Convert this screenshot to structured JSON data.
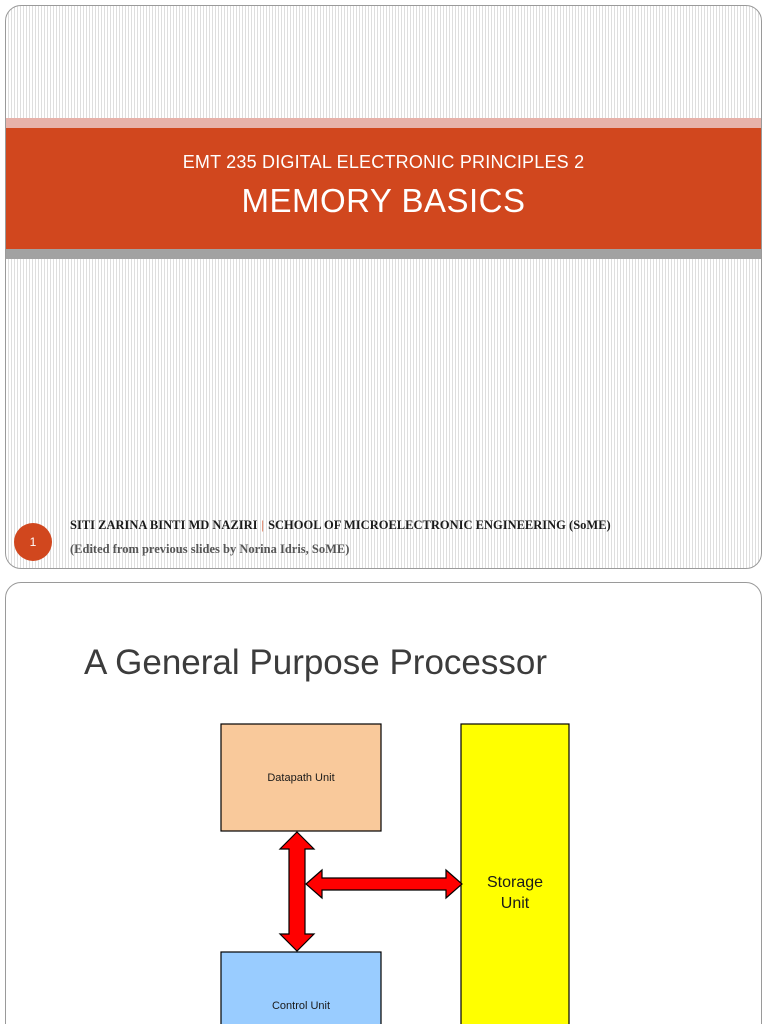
{
  "slide1": {
    "number": "1",
    "subtitle": "EMT 235 DIGITAL ELECTRONIC PRINCIPLES 2",
    "title": "MEMORY BASICS",
    "author": "SITI ZARINA BINTI MD NAZIRI",
    "separator": "|",
    "school": "SCHOOL OF MICROELECTRONIC ENGINEERING (SoME)",
    "edited_note": "(Edited from previous slides by Norina Idris, SoME)",
    "colors": {
      "accent": "#d1471e",
      "band_top": "#e7b2aa",
      "band_bottom": "#a2a2a2"
    }
  },
  "slide2": {
    "title": "A General Purpose Processor",
    "diagram": {
      "datapath_label": "Datapath Unit",
      "control_label": "Control Unit",
      "storage_label_line1": "Storage",
      "storage_label_line2": "Unit",
      "colors": {
        "datapath": "#f9c99b",
        "control": "#99ccff",
        "storage": "#ffff00",
        "arrow": "#ff0000"
      }
    }
  }
}
